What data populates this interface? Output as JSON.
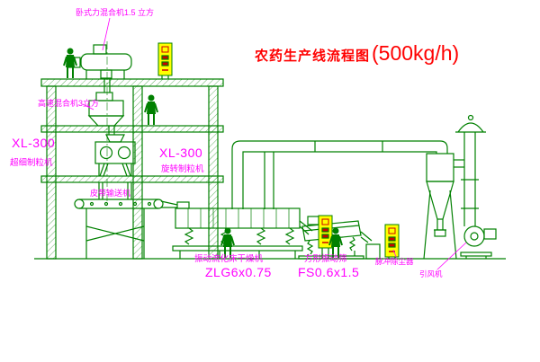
{
  "title": {
    "text": "农药生产线流程图",
    "capacity": "(500kg/h)"
  },
  "labels": {
    "horizontal_mixer": "卧式力混合机1.5 立方",
    "high_speed_mixer": "高速混合机3立方",
    "granulator_left_model": "XL-300",
    "granulator_left_name": "超细制粒机",
    "granulator_center_model": "XL-300",
    "granulator_center_name": "旋转制粒机",
    "belt_conveyor": "皮带输送机",
    "dryer_name": "振动流化床干燥机",
    "dryer_model": "ZLG6x0.75",
    "sieve_name": "方形振动筛",
    "sieve_model": "FS0.6x1.5",
    "dust_collector": "脉冲除尘器",
    "induced_fan": "引风机"
  },
  "colors": {
    "line": "#008000",
    "label": "#ff00ff",
    "title": "#ff0000",
    "panel_fill": "#ffff00",
    "panel_mark": "#cc0000",
    "background": "#ffffff"
  },
  "equipment_icons": [
    "building-structure",
    "horizontal-mixer",
    "high-speed-mixer",
    "rotary-granulator",
    "belt-conveyor",
    "fluid-bed-dryer",
    "vibrating-sieve",
    "cyclone-separator",
    "exhaust-stack",
    "induced-draft-fan",
    "duct-work",
    "control-panel",
    "dust-collector-unit",
    "worker-figure"
  ]
}
